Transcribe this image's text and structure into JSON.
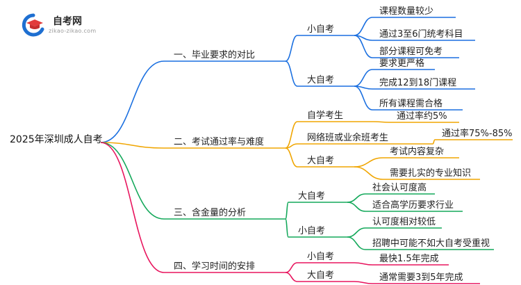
{
  "logo": {
    "title": "自考网",
    "domain": "zikao-zikao.com",
    "colors": {
      "blue": "#1e6fd1",
      "red": "#e23b3b"
    }
  },
  "mindmap": {
    "root": "2025年深圳成人自考",
    "branches": [
      {
        "label": "一、毕业要求的对比",
        "color": "#1a6fe0",
        "children": [
          {
            "label": "小自考",
            "children": [
              "课程数量较少",
              "通过3至6门统考科目",
              "部分课程可免考"
            ]
          },
          {
            "label": "大自考",
            "children": [
              "要求更严格",
              "完成12到18门课程",
              "所有课程需合格"
            ]
          }
        ]
      },
      {
        "label": "二、考试通过率与难度",
        "color": "#f0a500",
        "children": [
          {
            "label": "自学考生",
            "children": [
              "通过率约5%"
            ]
          },
          {
            "label": "网络班或业余班考生",
            "children": [
              "通过率75%-85%"
            ]
          },
          {
            "label": "大自考",
            "children": [
              "考试内容复杂",
              "需要扎实的专业知识"
            ]
          }
        ]
      },
      {
        "label": "三、含金量的分析",
        "color": "#13a85a",
        "children": [
          {
            "label": "大自考",
            "children": [
              "社会认可度高",
              "适合高学历要求行业"
            ]
          },
          {
            "label": "小自考",
            "children": [
              "认可度相对较低",
              "招聘中可能不如大自考受重视"
            ]
          }
        ]
      },
      {
        "label": "四、学习时间的安排",
        "color": "#e8155e",
        "children": [
          {
            "label": "小自考",
            "children": [
              "最快1.5年完成"
            ]
          },
          {
            "label": "大自考",
            "children": [
              "通常需要3到5年完成"
            ]
          }
        ]
      }
    ]
  }
}
